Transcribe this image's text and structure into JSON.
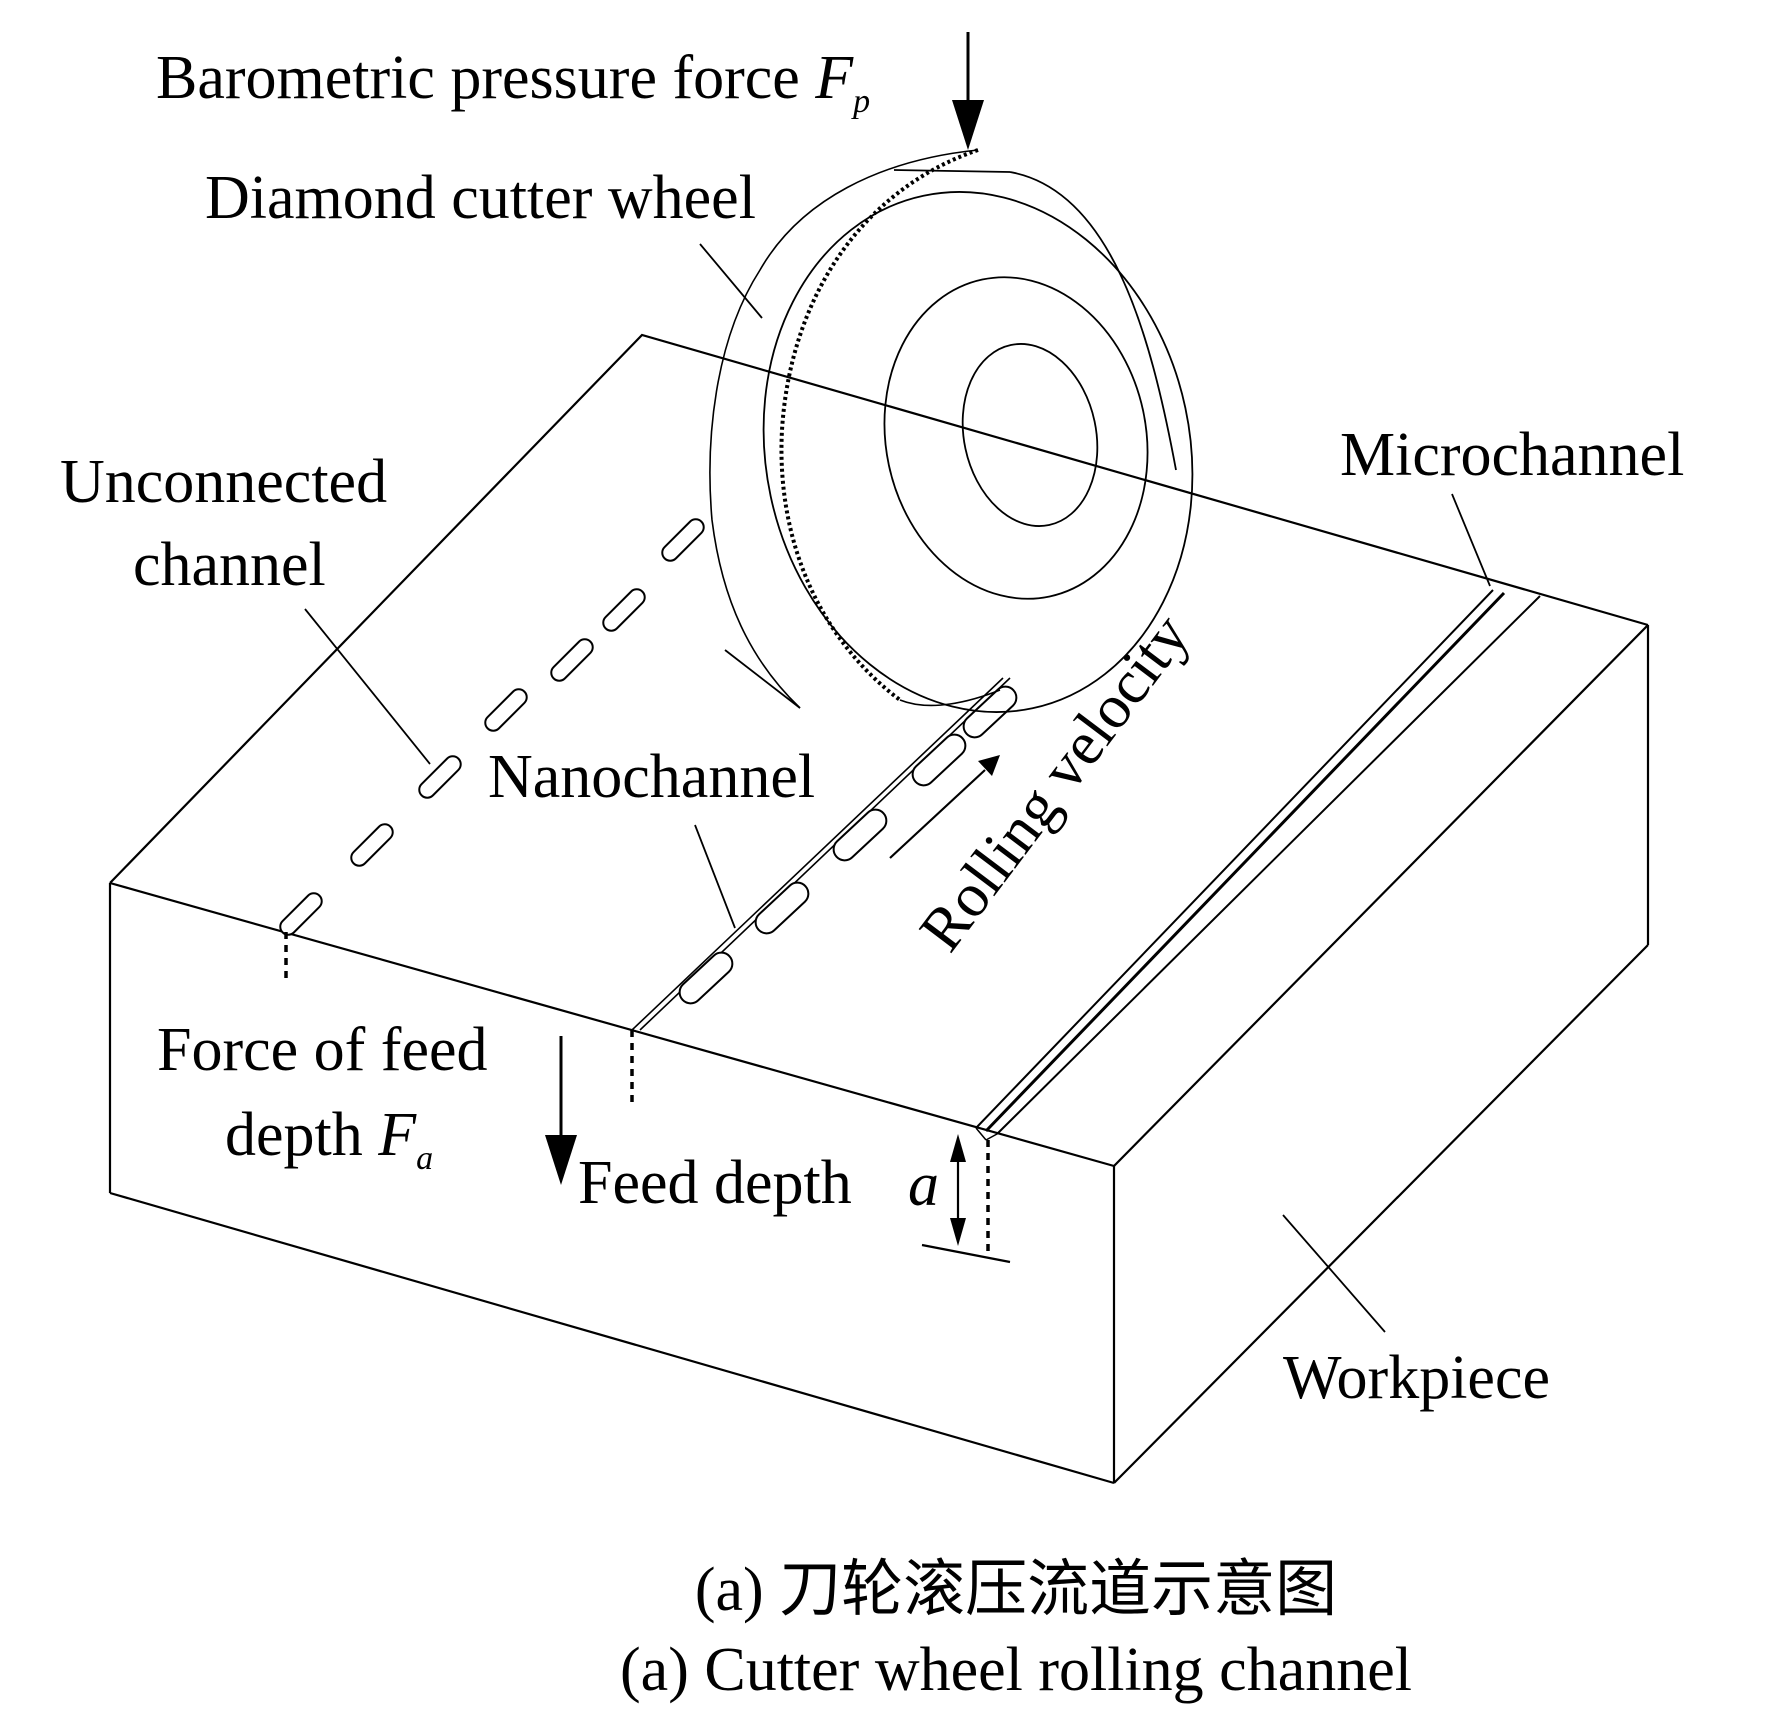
{
  "labels": {
    "barometric": "Barometric pressure force ",
    "barometric_sym": "F",
    "barometric_sub": "p",
    "diamond_wheel": "Diamond cutter wheel",
    "unconnected_line1": "Unconnected",
    "unconnected_line2": "channel",
    "microchannel": "Microchannel",
    "nanochannel": "Nanochannel",
    "rolling_velocity": "Rolling velocity",
    "force_feed_line1": "Force of feed",
    "force_feed_line2": "depth ",
    "force_feed_sym": "F",
    "force_feed_sub": "a",
    "feed_depth": "Feed depth",
    "feed_depth_sym": "a",
    "workpiece": "Workpiece"
  },
  "caption": {
    "chinese": "(a) 刀轮滚压流道示意图",
    "english": "(a) Cutter wheel rolling channel"
  }
}
